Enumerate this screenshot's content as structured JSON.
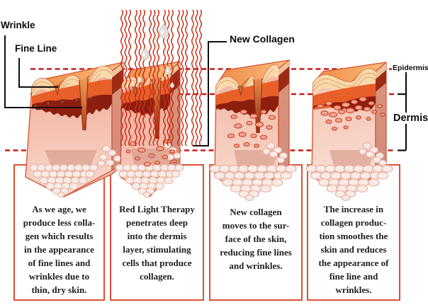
{
  "labels": {
    "wrinkle": "Wrinkle",
    "fine_line": "Fine Line",
    "new_collagen": "New Collagen",
    "epidermis": "Epidermis",
    "dermis": "Dermis"
  },
  "panels": [
    {
      "caption_lines": [
        "As we age, we",
        "produce less colla-",
        "gen which results",
        "in the appearance",
        "of fine lines and",
        "wrinkles due to",
        "thin, dry skin."
      ]
    },
    {
      "caption_lines": [
        "Red Light Therapy",
        "penetrates deep",
        "into the dermis",
        "layer, stimulating",
        "cells that produce",
        "collagen."
      ]
    },
    {
      "caption_lines": [
        "New collagen",
        "moves to the sur-",
        "face of the skin,",
        "reducing fine lines",
        "and wrinkles."
      ]
    },
    {
      "caption_lines": [
        "The increase in",
        "collagen produc-",
        "tion smoothes the",
        "skin and reduces",
        "the appearance of",
        "fine line and",
        "wrinkles."
      ]
    }
  ],
  "colors": {
    "dashed_reference_line": "#c41d1d",
    "caption_box_border": "#dc5136",
    "light_ray": "#c92c15",
    "pointer_line": "#101010",
    "skin_top": "#f09053",
    "epidermis_band": "#fbd9ad",
    "dermis_boundary": "#8c1e0f",
    "dermis_front": "#f4bca9",
    "collagen_dot_ring": "#d14227",
    "fat_cell": "#f9ebe6",
    "caption_text": "#202020",
    "label_text": "#0b0b0b"
  }
}
